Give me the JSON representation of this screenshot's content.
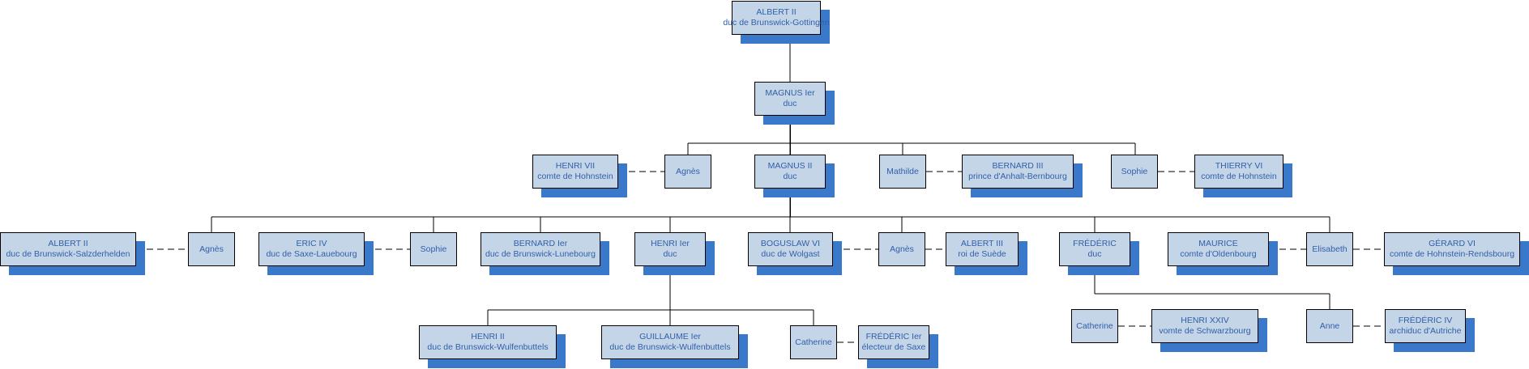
{
  "colors": {
    "box_fill": "#c5d5e8",
    "shadow": "#3a78c9",
    "text": "#2f5fa8",
    "line": "#000000"
  },
  "tree": {
    "albert_ii_gottingen": {
      "name": "ALBERT II",
      "title": "duc de Brunswick-Gottingen"
    },
    "magnus_i": {
      "name": "MAGNUS Ier",
      "title": "duc"
    },
    "henri_vii": {
      "name": "HENRI VII",
      "title": "comte de Hohnstein"
    },
    "agnes_1": {
      "name": "Agnès",
      "title": ""
    },
    "magnus_ii": {
      "name": "MAGNUS II",
      "title": "duc"
    },
    "mathilde": {
      "name": "Mathilde",
      "title": ""
    },
    "bernard_iii": {
      "name": "BERNARD III",
      "title": "prince d'Anhalt-Bernbourg"
    },
    "sophie_1": {
      "name": "Sophie",
      "title": ""
    },
    "thierry_vi": {
      "name": "THIERRY VI",
      "title": "comte de Hohnstein"
    },
    "albert_ii_salzderhelden": {
      "name": "ALBERT II",
      "title": "duc de Brunswick-Salzderhelden"
    },
    "agnes_2": {
      "name": "Agnès",
      "title": ""
    },
    "eric_iv": {
      "name": "ERIC IV",
      "title": "duc de Saxe-Lauebourg"
    },
    "sophie_2": {
      "name": "Sophie",
      "title": ""
    },
    "bernard_i": {
      "name": "BERNARD Ier",
      "title": "duc de Brunswick-Lunebourg"
    },
    "henri_i": {
      "name": "HENRI Ier",
      "title": "duc"
    },
    "boguslaw_vi": {
      "name": "BOGUSLAW VI",
      "title": "duc de Wolgast"
    },
    "agnes_3": {
      "name": "Agnès",
      "title": ""
    },
    "albert_iii": {
      "name": "ALBERT III",
      "title": "roi de Suède"
    },
    "frederic": {
      "name": "FRÉDÉRIC",
      "title": "duc"
    },
    "maurice": {
      "name": "MAURICE",
      "title": "comte d'Oldenbourg"
    },
    "elisabeth": {
      "name": "Elisabeth",
      "title": ""
    },
    "gerard_vi": {
      "name": "GÉRARD VI",
      "title": "comte de Hohnstein-Rendsbourg"
    },
    "henri_ii": {
      "name": "HENRI II",
      "title": "duc de Brunswick-Wulfenbuttels"
    },
    "guillaume_i": {
      "name": "GUILLAUME Ier",
      "title": "duc de Brunswick-Wulfenbuttels"
    },
    "catherine_1": {
      "name": "Catherine",
      "title": ""
    },
    "frederic_i": {
      "name": "FRÉDÉRIC Ier",
      "title": "électeur de Saxe"
    },
    "catherine_2": {
      "name": "Catherine",
      "title": ""
    },
    "henri_xxiv": {
      "name": "HENRI XXIV",
      "title": "vomte de Schwarzbourg"
    },
    "anne": {
      "name": "Anne",
      "title": ""
    },
    "frederic_iv": {
      "name": "FRÉDÉRIC IV",
      "title": "archiduc d'Autriche"
    }
  }
}
